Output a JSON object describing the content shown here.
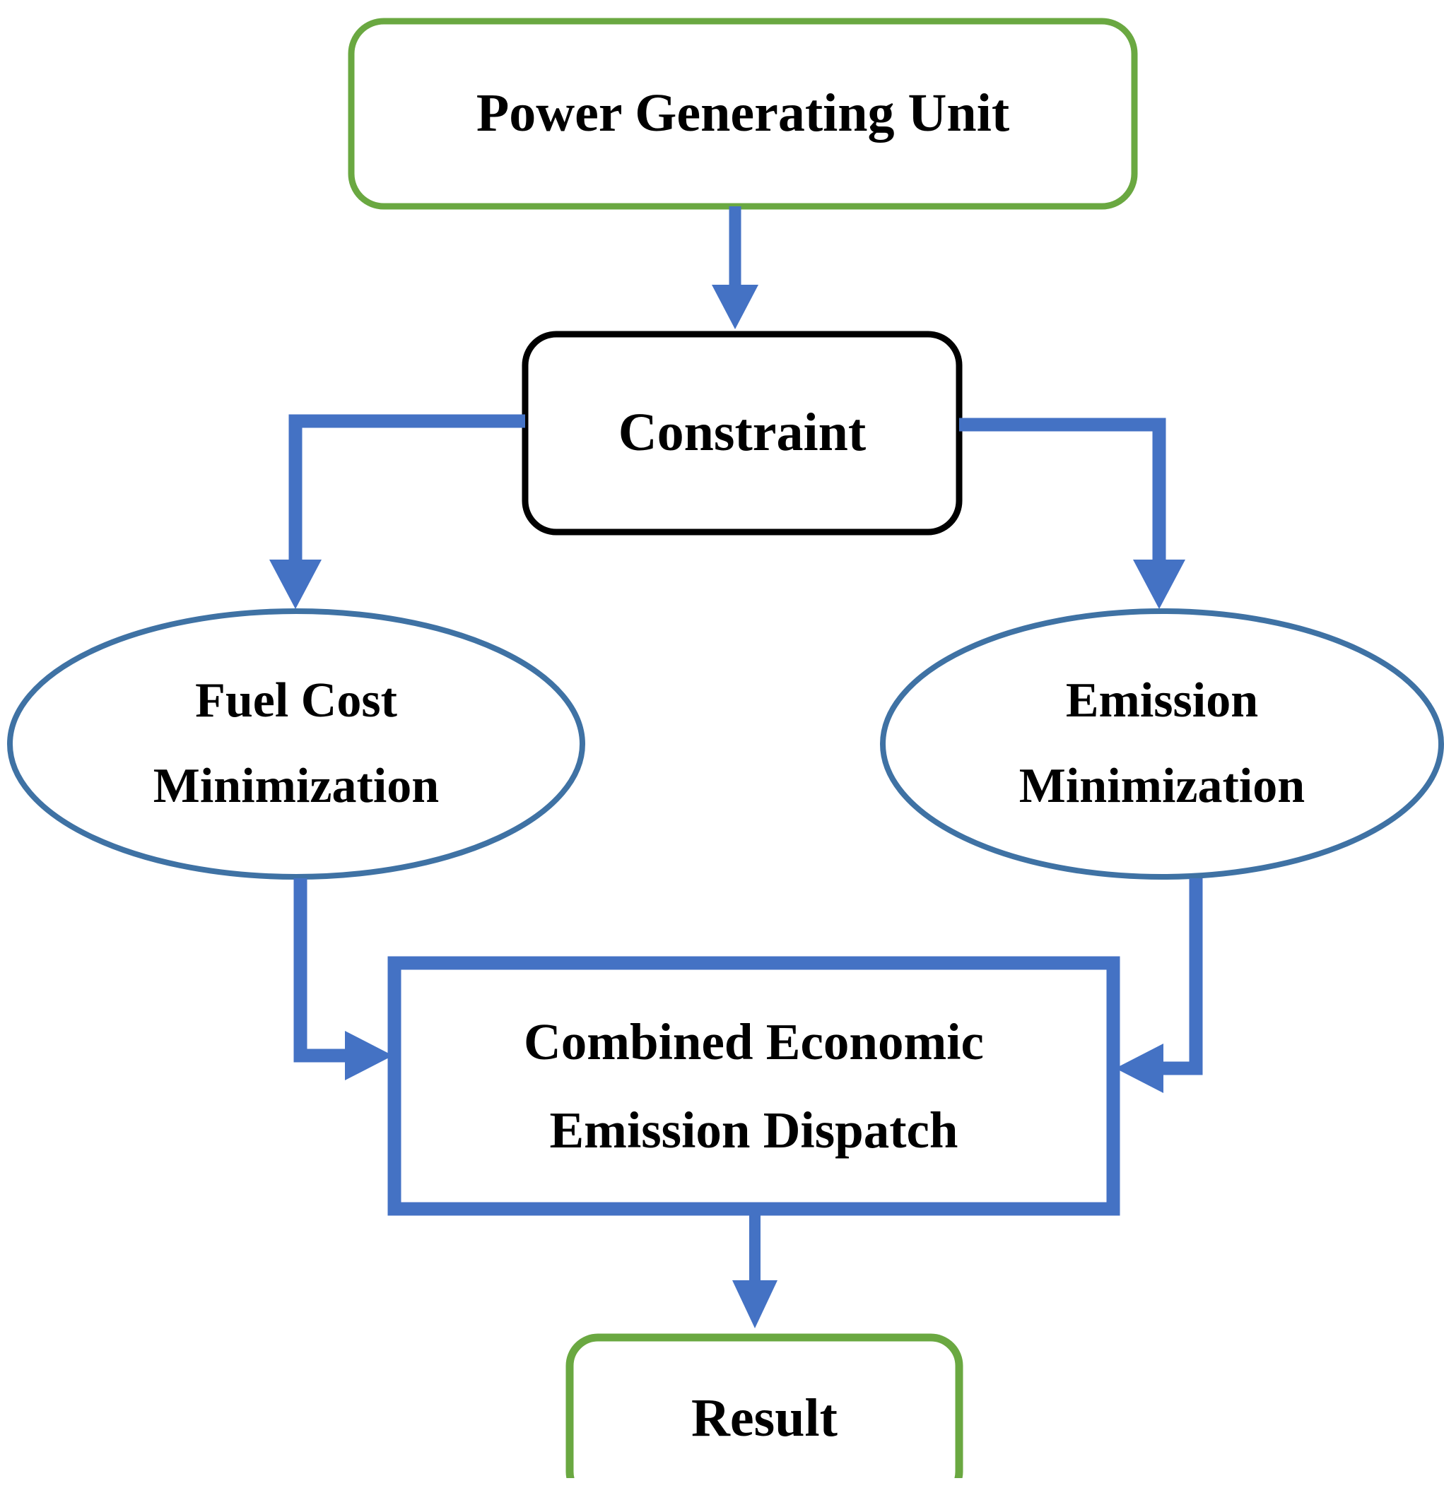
{
  "diagram": {
    "title": "Combined Economic Emission Dispatch flowchart",
    "background_color": "#ffffff",
    "colors": {
      "green_terminal": "#6aa841",
      "black_process": "#000000",
      "blue_ellipse": "#3f72a4",
      "blue_arrow": "#4472c4",
      "blue_box": "#4472c4",
      "text": "#000000"
    },
    "nodes": [
      {
        "id": "power-generating-unit",
        "shape": "rounded-rectangle",
        "border_color": "#6aa841",
        "lines": [
          "Power Generating Unit"
        ]
      },
      {
        "id": "constraint",
        "shape": "rounded-rectangle",
        "border_color": "#000000",
        "lines": [
          "Constraint"
        ]
      },
      {
        "id": "fuel-cost-minimization",
        "shape": "ellipse",
        "border_color": "#3f72a4",
        "lines": [
          "Fuel Cost",
          "Minimization"
        ]
      },
      {
        "id": "emission-minimization",
        "shape": "ellipse",
        "border_color": "#3f72a4",
        "lines": [
          "Emission",
          "Minimization"
        ]
      },
      {
        "id": "combined-economic-emission-dispatch",
        "shape": "rectangle",
        "border_color": "#4472c4",
        "lines": [
          "Combined Economic",
          "Emission Dispatch"
        ]
      },
      {
        "id": "result",
        "shape": "rounded-rectangle",
        "border_color": "#6aa841",
        "lines": [
          "Result"
        ]
      }
    ],
    "connectors": [
      {
        "id": "pgu-to-constraint",
        "from": "power-generating-unit",
        "to": "constraint",
        "style": "straight-down-arrow"
      },
      {
        "id": "constraint-to-fuel-cost",
        "from": "constraint",
        "to": "fuel-cost-minimization",
        "style": "elbow-left-down-arrow"
      },
      {
        "id": "constraint-to-emission",
        "from": "constraint",
        "to": "emission-minimization",
        "style": "elbow-right-down-arrow"
      },
      {
        "id": "fuel-cost-to-ceed",
        "from": "fuel-cost-minimization",
        "to": "combined-economic-emission-dispatch",
        "style": "elbow-down-right-arrow"
      },
      {
        "id": "emission-to-ceed",
        "from": "emission-minimization",
        "to": "combined-economic-emission-dispatch",
        "style": "elbow-down-left-arrow"
      },
      {
        "id": "ceed-to-result",
        "from": "combined-economic-emission-dispatch",
        "to": "result",
        "style": "straight-down-arrow"
      }
    ]
  }
}
